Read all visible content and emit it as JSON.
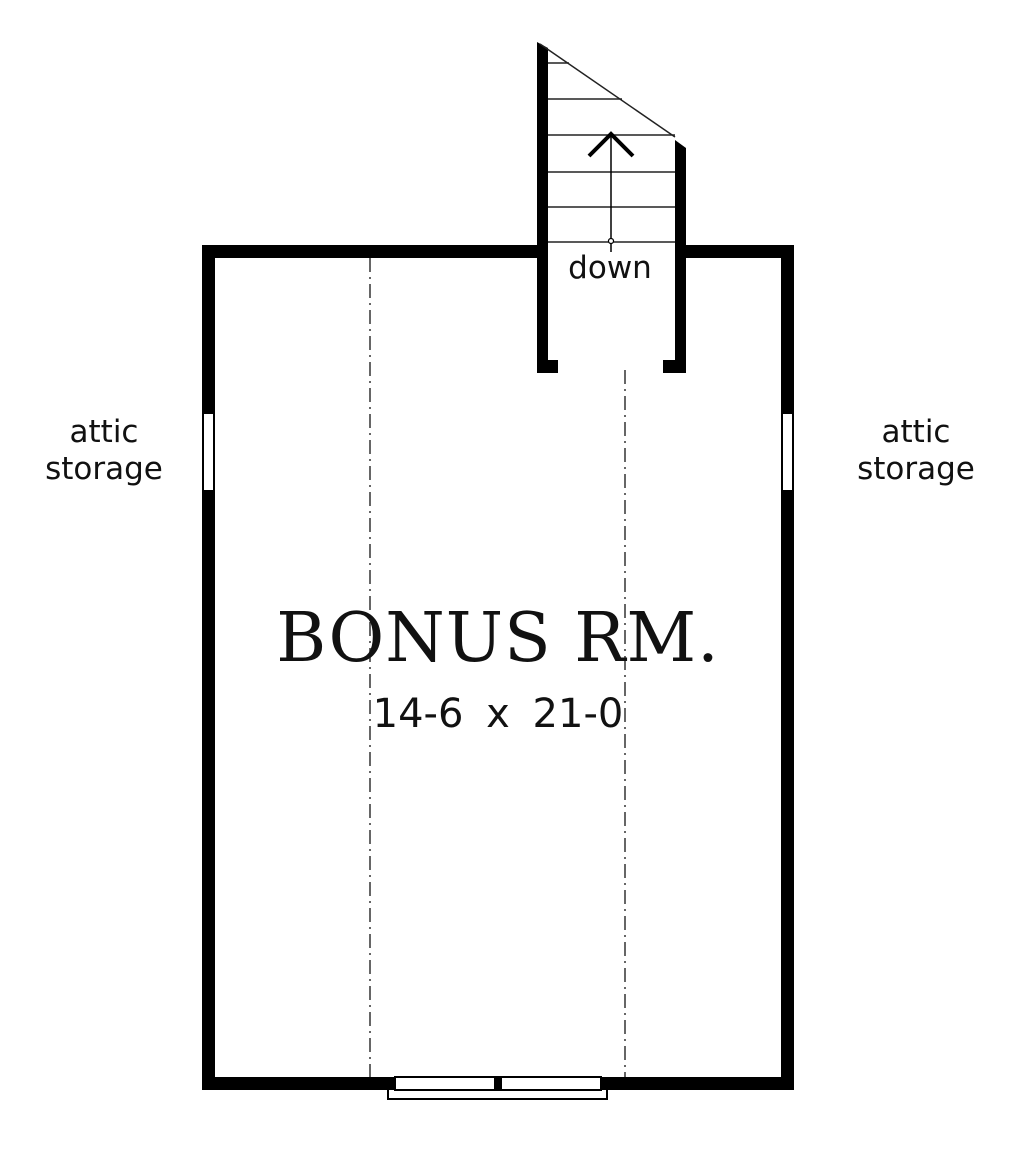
{
  "plan": {
    "type": "floor-plan",
    "room": {
      "name": "BONUS RM.",
      "dimensions": "14-6 x 21-0"
    },
    "side_labels": {
      "left": [
        "attic",
        "storage"
      ],
      "right": [
        "attic",
        "storage"
      ]
    },
    "stair": {
      "label": "down",
      "direction_arrow": "up-arrow"
    },
    "colors": {
      "wall": "#000000",
      "background": "#ffffff"
    }
  }
}
